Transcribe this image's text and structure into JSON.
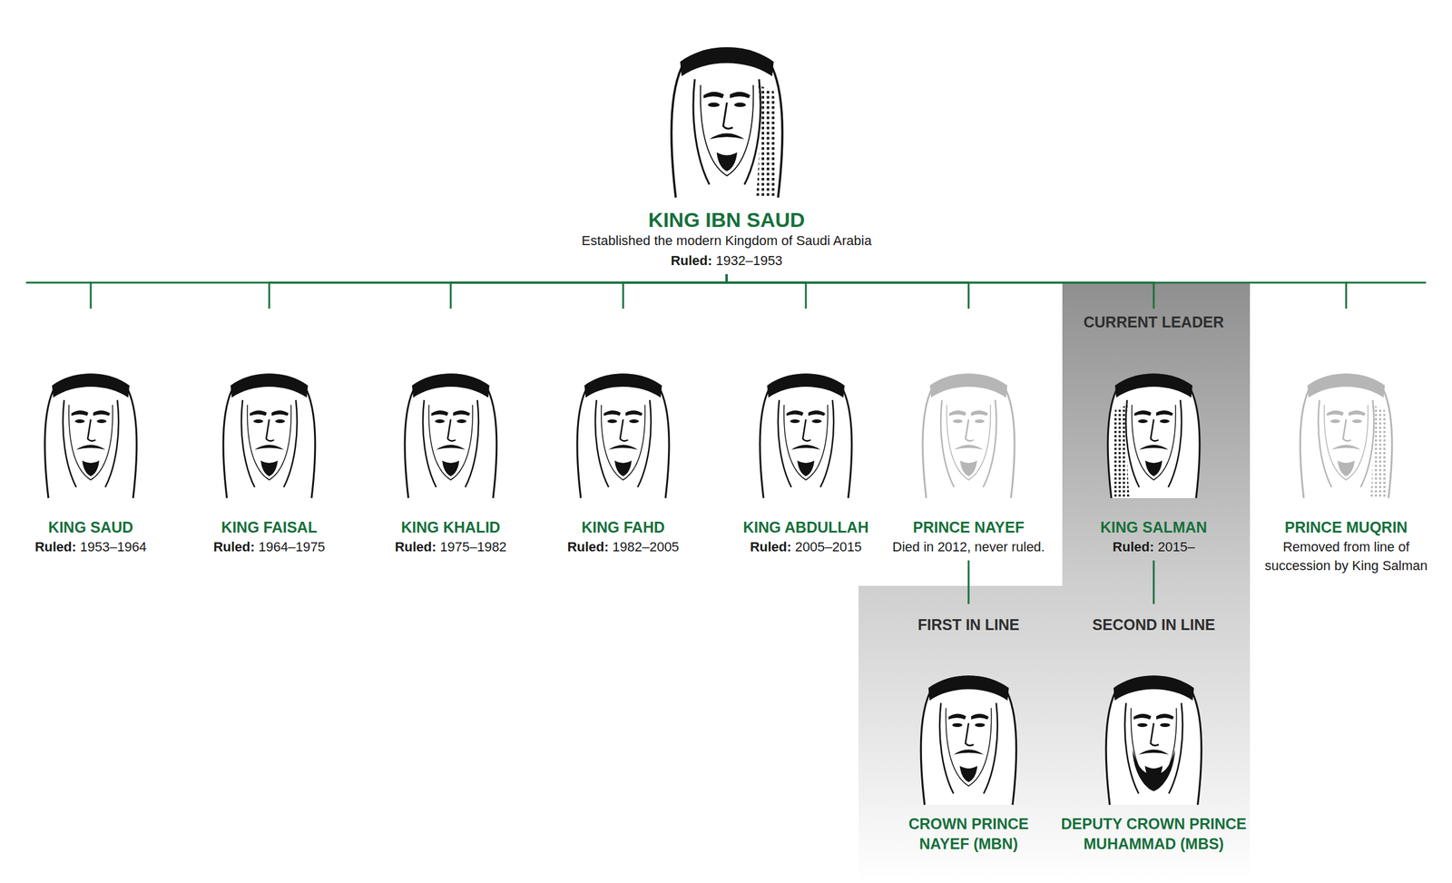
{
  "diagram": {
    "nodes": [
      {
        "text": [
          "KING IBN SAUD",
          "Established the modern Kingdom of Saudi Arabia",
          "Ruled:",
          "1932–1953"
        ]
      },
      {
        "text": [
          "KING SAUD",
          "Ruled:",
          "1953–1964"
        ]
      },
      {
        "text": [
          "KING FAISAL",
          "Ruled:",
          "1964–1975"
        ]
      },
      {
        "text": [
          "KING KHALID",
          "Ruled:",
          "1975–1982"
        ]
      },
      {
        "text": [
          "KING FAHD",
          "Ruled:",
          "1982–2005"
        ]
      },
      {
        "text": [
          "KING ABDULLAH",
          "Ruled:",
          "2005–2015"
        ]
      },
      {
        "text": [
          "PRINCE NAYEF",
          "Died in 2012, never ruled."
        ]
      },
      {
        "text": [
          "CURRENT LEADER",
          "KING SALMAN",
          "Ruled:",
          "2015–"
        ]
      },
      {
        "text": [
          "PRINCE MUQRIN",
          "Removed from line of succession by King Salman"
        ]
      },
      {
        "text": [
          "FIRST IN LINE",
          "CROWN PRINCE NAYEF (MBN)"
        ]
      },
      {
        "text": [
          "SECOND IN LINE",
          "DEPUTY CROWN PRINCE MUHAMMAD (MBS)"
        ]
      }
    ],
    "edges": [
      {
        "from": 0,
        "to": 1,
        "arrow": "none"
      },
      {
        "from": 0,
        "to": 2,
        "arrow": "none"
      },
      {
        "from": 0,
        "to": 3,
        "arrow": "none"
      },
      {
        "from": 0,
        "to": 4,
        "arrow": "none"
      },
      {
        "from": 0,
        "to": 5,
        "arrow": "none"
      },
      {
        "from": 0,
        "to": 6,
        "arrow": "none"
      },
      {
        "from": 0,
        "to": 7,
        "arrow": "none"
      },
      {
        "from": 0,
        "to": 8,
        "arrow": "none"
      },
      {
        "from": 6,
        "to": 9,
        "arrow": "none"
      },
      {
        "from": 7,
        "to": 10,
        "arrow": "none"
      }
    ]
  }
}
